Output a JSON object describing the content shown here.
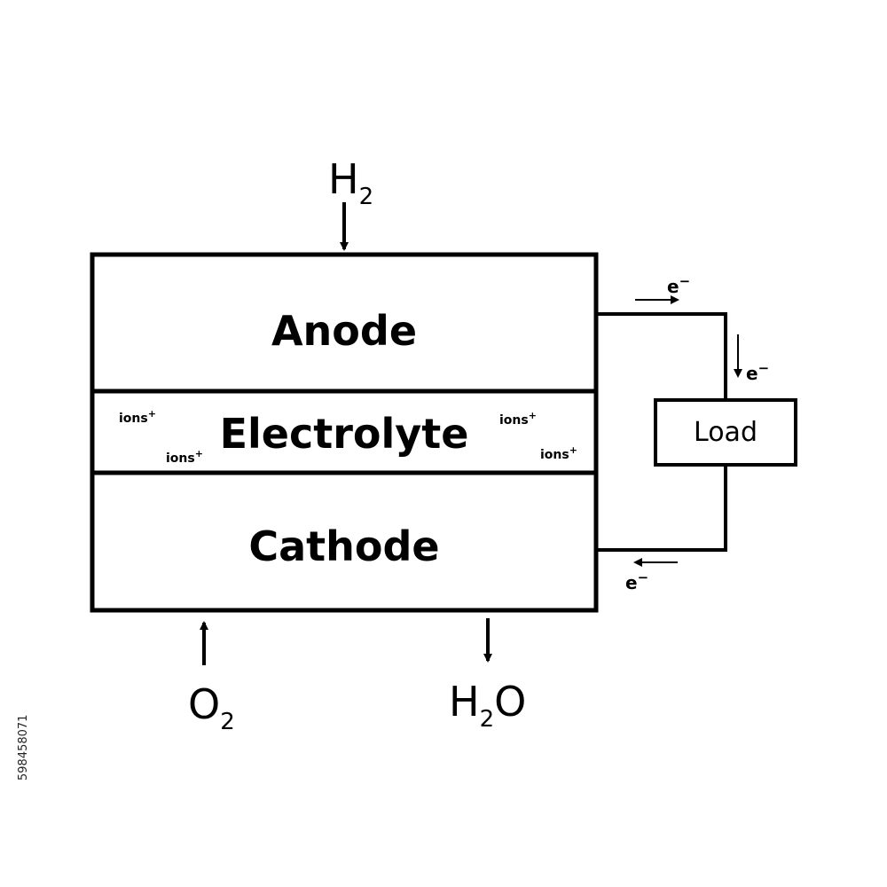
{
  "diagram": {
    "layers": {
      "anode": "Anode",
      "electrolyte": "Electrolyte",
      "cathode": "Cathode"
    },
    "ion_label": "ions",
    "ion_charge": "+",
    "electron_label": "e",
    "electron_charge": "−",
    "load_label": "Load",
    "inputs": {
      "hydrogen": {
        "symbol": "H",
        "subscript": "2"
      },
      "oxygen": {
        "symbol": "O",
        "subscript": "2"
      }
    },
    "output": {
      "symbol": "H",
      "subscript": "2",
      "rest": "O"
    }
  },
  "watermark": {
    "stock_id": "598458071"
  }
}
